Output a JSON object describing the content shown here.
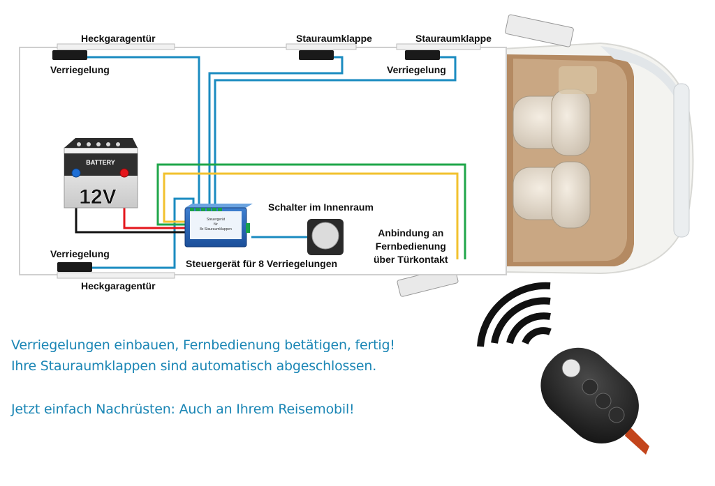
{
  "labels": {
    "heckgarage_top": "Heckgaragentür",
    "heckgarage_bottom": "Heckgaragentür",
    "stauraum_1": "Stauraumklappe",
    "stauraum_2": "Stauraumklappe",
    "verriegelung_top_left": "Verriegelung",
    "verriegelung_top_right": "Verriegelung",
    "verriegelung_bottom": "Verriegelung",
    "schalter": "Schalter im Innenraum",
    "steuergeraet": "Steuergerät für 8 Verriegelungen",
    "anbindung": [
      "Anbindung an",
      "Fernbedienung",
      "über Türkontakt"
    ]
  },
  "battery": {
    "top_text": "BATTERY",
    "voltage": "12V"
  },
  "control_box": {
    "line1": "Steuergerät",
    "line2": "für",
    "line3": "8x Stauraumklappen"
  },
  "captions": {
    "line1": "Verriegelungen einbauen, Fernbedienung betätigen, fertig!",
    "line2": "Ihre Stauraumklappen sind automatisch abgeschlossen.",
    "line3": "Jetzt einfach Nachrüsten: Auch an Ihrem Reisemobil!"
  },
  "colors": {
    "wire_blue": "#1a8bc0",
    "wire_green": "#1fa64a",
    "wire_yellow": "#f2c12e",
    "wire_red": "#e4161c",
    "wire_black": "#111111",
    "caption_text": "#1b86b5"
  },
  "icons": [
    "battery-icon",
    "control-unit-icon",
    "switch-icon",
    "wifi-signal-icon",
    "car-key-remote-icon",
    "door-lock-icon"
  ]
}
